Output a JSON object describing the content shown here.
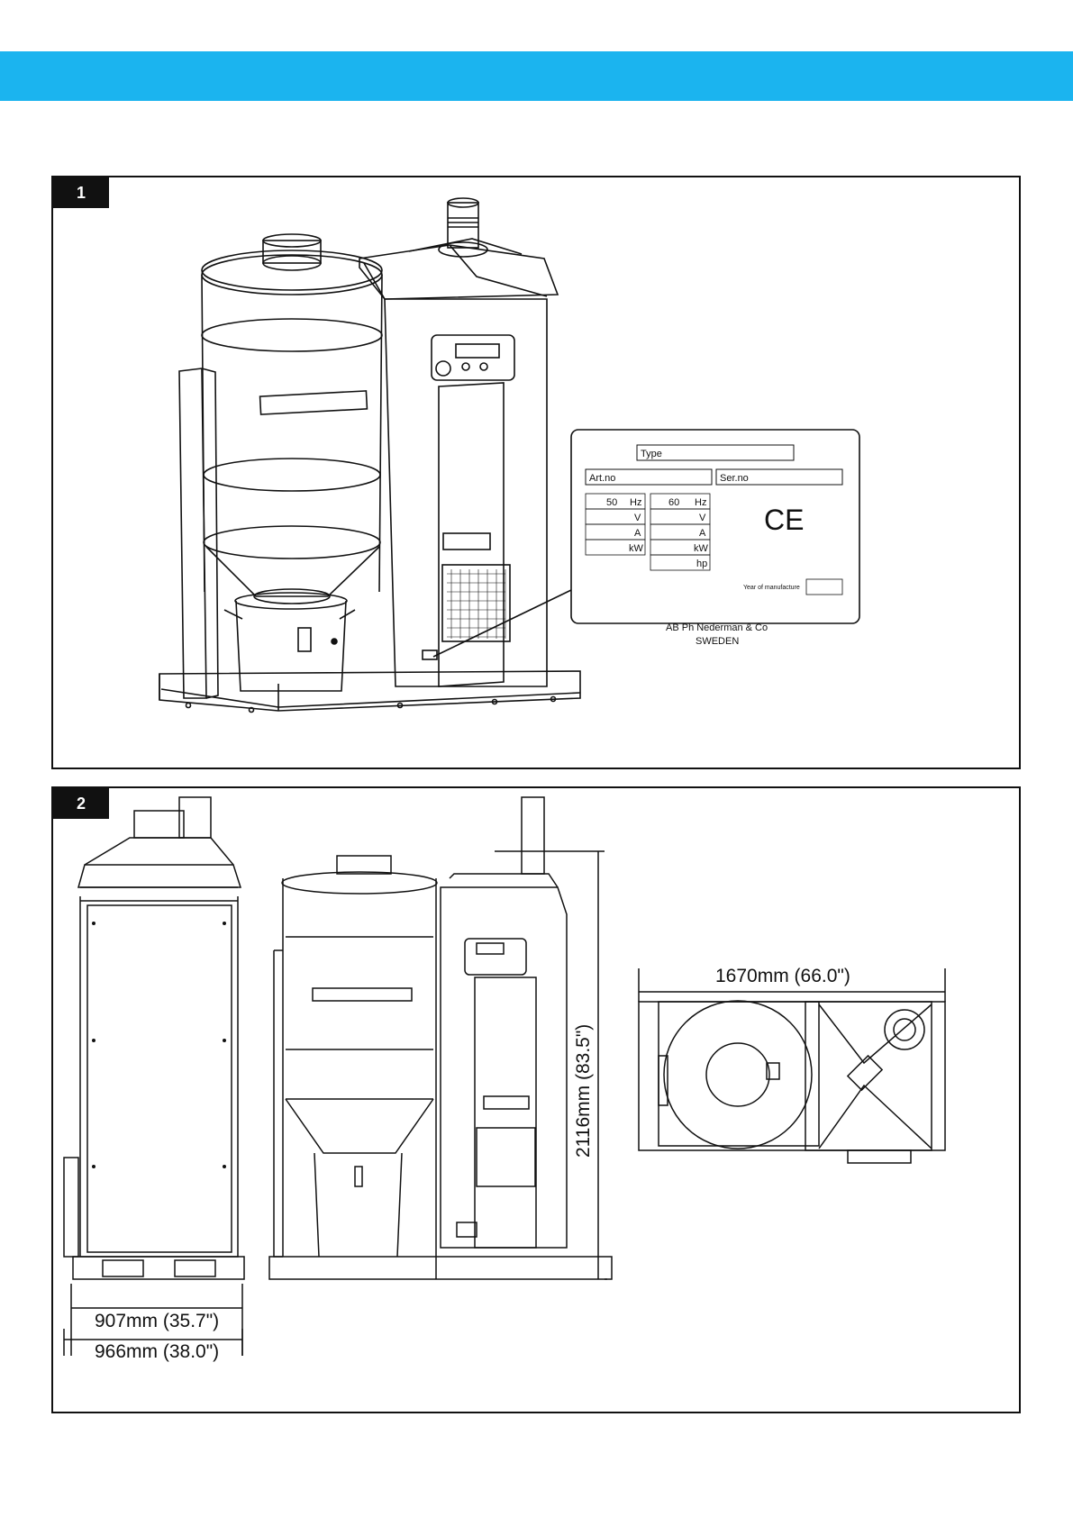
{
  "colors": {
    "header_bar": "#1bb4ef",
    "frame": "#111111",
    "badge_bg": "#111111",
    "badge_text": "#ffffff"
  },
  "figures": [
    {
      "number": "1"
    },
    {
      "number": "2"
    }
  ],
  "rating_plate": {
    "type_label": "Type",
    "artno_label": "Art.no",
    "serno_label": "Ser.no",
    "col50": {
      "freq": "50",
      "freq_unit": "Hz",
      "rows": [
        "V",
        "A",
        "kW"
      ]
    },
    "col60": {
      "freq": "60",
      "freq_unit": "Hz",
      "rows": [
        "V",
        "A",
        "kW",
        "hp"
      ]
    },
    "ce_mark": "CE",
    "year_label": "Year of manufacture",
    "maker_line1": "AB Ph Nederman & Co",
    "maker_line2": "SWEDEN"
  },
  "dimensions": {
    "height": "2116mm (83.5\")",
    "length": "1670mm (66.0\")",
    "width_inner": "907mm (35.7\")",
    "width_outer": "966mm (38.0\")"
  }
}
